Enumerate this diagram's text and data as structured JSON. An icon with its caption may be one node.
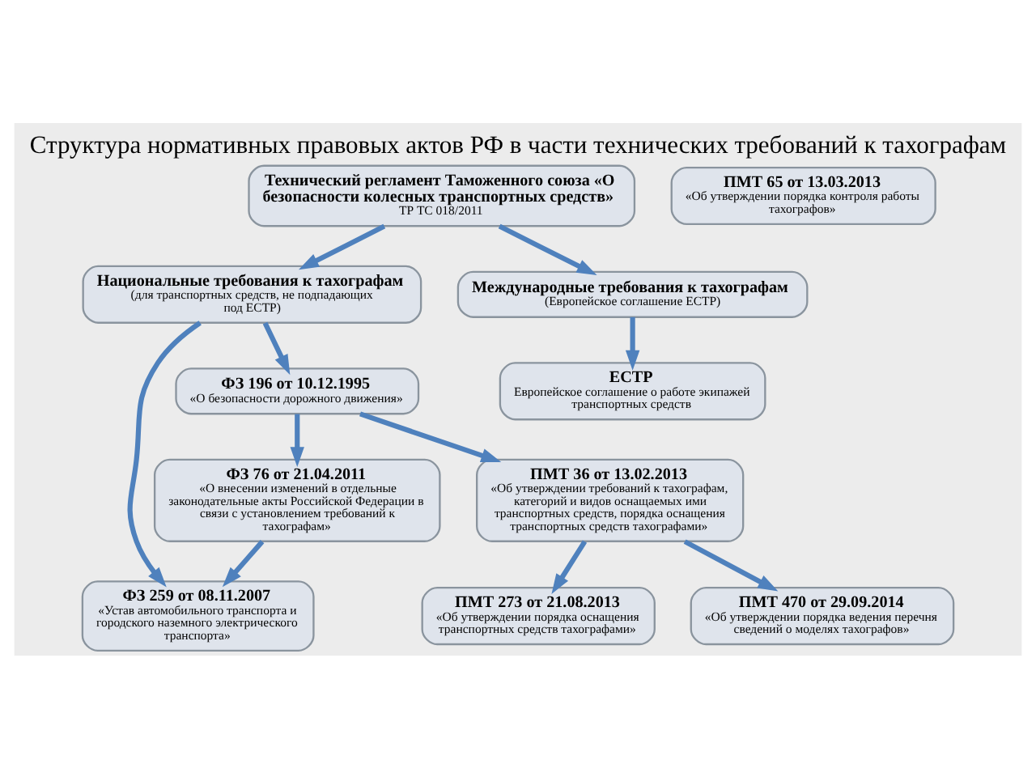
{
  "diagram": {
    "title": "Структура нормативных правовых актов РФ в части технических требований к тахографам",
    "nodes": [
      {
        "text": [
          "Технический регламент Таможенного союза «О безопасности колесных транспортных средств»",
          "ТР ТС 018/2011"
        ]
      },
      {
        "text": [
          "Национальные требования к тахографам",
          "(для транспортных средств, не подпадающих под ЕСТР)"
        ]
      },
      {
        "text": [
          "Международные требования к тахографам",
          "(Европейское соглашение ЕСТР)"
        ]
      },
      {
        "text": [
          "ФЗ 196 от 10.12.1995",
          "«О безопасности дорожного движения»"
        ]
      },
      {
        "text": [
          "ФЗ 259 от 08.11.2007",
          "«Устав автомобильного транспорта и городского наземного электрического транспорта»"
        ]
      },
      {
        "text": [
          "ЕСТР",
          "Европейское соглашение о работе экипажей транспортных средств"
        ]
      },
      {
        "text": [
          "ФЗ 76 от 21.04.2011",
          "«О внесении изменений в отдельные законодательные акты Российской Федерации в связи с установлением требований к тахографам»"
        ]
      },
      {
        "text": [
          "ПМТ 36 от 13.02.2013",
          "«Об утверждении требований к тахографам, категорий и видов оснащаемых ими транспортных средств, порядка оснащения транспортных средств тахографами»"
        ]
      },
      {
        "text": [
          "ПМТ 65 от 13.03.2013",
          "«Об утверждении порядка контроля работы тахографов»"
        ]
      },
      {
        "text": [
          "ПМТ 273 от 21.08.2013",
          "«Об утверждении порядка оснащения транспортных средств тахографами»"
        ]
      },
      {
        "text": [
          "ПМТ 470 от 29.09.2014",
          "«Об утверждении порядка ведения перечня сведений о моделях тахографов»"
        ]
      }
    ],
    "edges": [
      {
        "from": 0,
        "to": 1,
        "arrow": "to"
      },
      {
        "from": 0,
        "to": 2,
        "arrow": "to"
      },
      {
        "from": 1,
        "to": 3,
        "arrow": "to"
      },
      {
        "from": 1,
        "to": 4,
        "arrow": "to"
      },
      {
        "from": 2,
        "to": 5,
        "arrow": "to"
      },
      {
        "from": 3,
        "to": 6,
        "arrow": "to"
      },
      {
        "from": 6,
        "to": 4,
        "arrow": "to"
      },
      {
        "from": 3,
        "to": 7,
        "arrow": "to"
      },
      {
        "from": 7,
        "to": 9,
        "arrow": "to"
      },
      {
        "from": 7,
        "to": 10,
        "arrow": "to"
      }
    ]
  }
}
